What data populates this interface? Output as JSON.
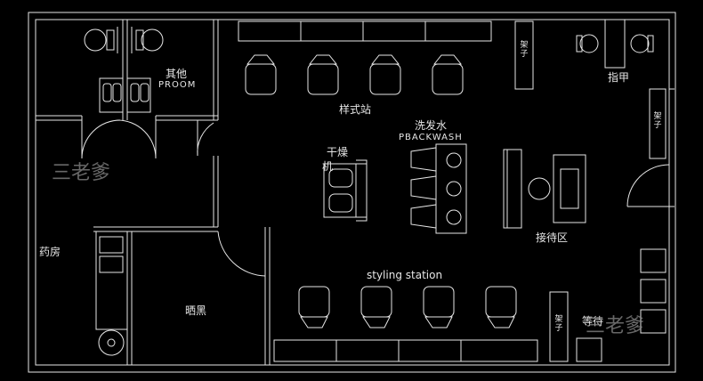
{
  "rooms": {
    "other": "其他",
    "proom": "PROOM",
    "styling_top": "样式站",
    "backwash_cn": "洗发水",
    "backwash_en": "PBACKWASH",
    "dryer_line1": "干燥",
    "dryer_line2": "机",
    "reception": "接待区",
    "nails": "指甲",
    "pharmacy": "药房",
    "darkroom": "晒黑",
    "styling_bottom": "styling station",
    "waiting": "等待"
  },
  "shelf_labels": {
    "top": "架子",
    "right": "架子",
    "bottom": "架子"
  },
  "watermark": "三老爹",
  "colors": {
    "line": "#e6e6e6",
    "watermark": "#8a8a8a",
    "background": "#000000"
  }
}
